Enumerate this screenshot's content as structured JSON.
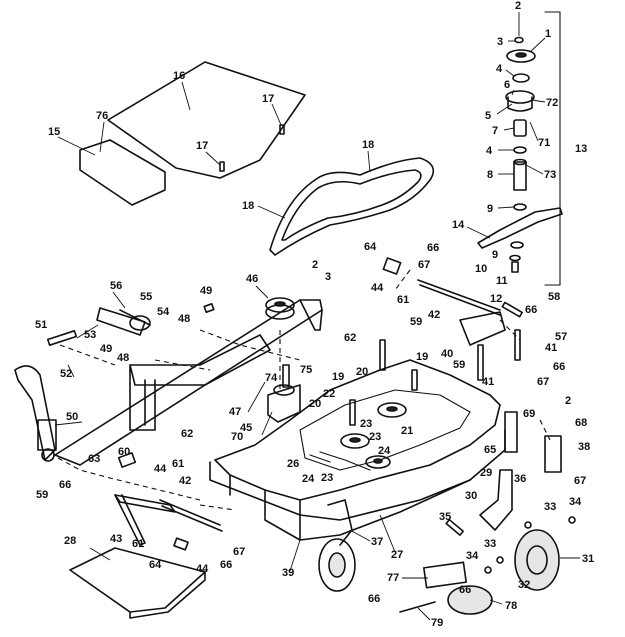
{
  "diagram": {
    "labels": [
      "2",
      "3",
      "1",
      "4",
      "6",
      "5",
      "72",
      "7",
      "71",
      "4",
      "8",
      "73",
      "9",
      "13",
      "14",
      "9",
      "10",
      "11",
      "12",
      "16",
      "17",
      "15",
      "76",
      "17",
      "18",
      "18",
      "64",
      "66",
      "67",
      "44",
      "61",
      "2",
      "3",
      "46",
      "49",
      "56",
      "55",
      "54",
      "58",
      "53",
      "51",
      "52",
      "48",
      "49",
      "48",
      "42",
      "59",
      "40",
      "59",
      "66",
      "57",
      "41",
      "66",
      "67",
      "41",
      "62",
      "19",
      "19",
      "22",
      "20",
      "20",
      "23",
      "21",
      "23",
      "24",
      "74",
      "75",
      "47",
      "45",
      "50",
      "59",
      "66",
      "63",
      "62",
      "70",
      "26",
      "24",
      "23",
      "69",
      "2",
      "68",
      "38",
      "67",
      "65",
      "29",
      "60",
      "44",
      "61",
      "42",
      "43",
      "61",
      "64",
      "44",
      "67",
      "66",
      "28",
      "36",
      "30",
      "39",
      "37",
      "27",
      "35",
      "33",
      "34",
      "33",
      "34",
      "31",
      "32",
      "77",
      "66",
      "78",
      "66",
      "79"
    ]
  }
}
